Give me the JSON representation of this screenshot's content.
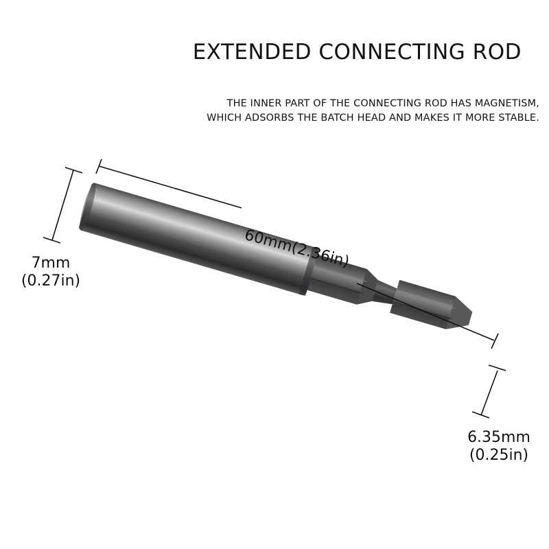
{
  "title": "EXTENDED CONNECTING ROD",
  "description": {
    "line1": "THE INNER PART OF THE CONNECTING ROD HAS MAGNETISM,",
    "line2": "WHICH ADSORBS THE BATCH HEAD AND MAKES IT MORE STABLE."
  },
  "dimensions": {
    "diameter": {
      "mm": "7mm",
      "inch": "(0.27in)"
    },
    "length": "60mm(2.36in)",
    "hex_shank": {
      "mm": "6.35mm",
      "inch": "(0.25in)"
    }
  },
  "colors": {
    "background": "#ffffff",
    "text": "#111111",
    "metal_dark": "#2e2e30",
    "metal_light": "#d6d6d8"
  }
}
